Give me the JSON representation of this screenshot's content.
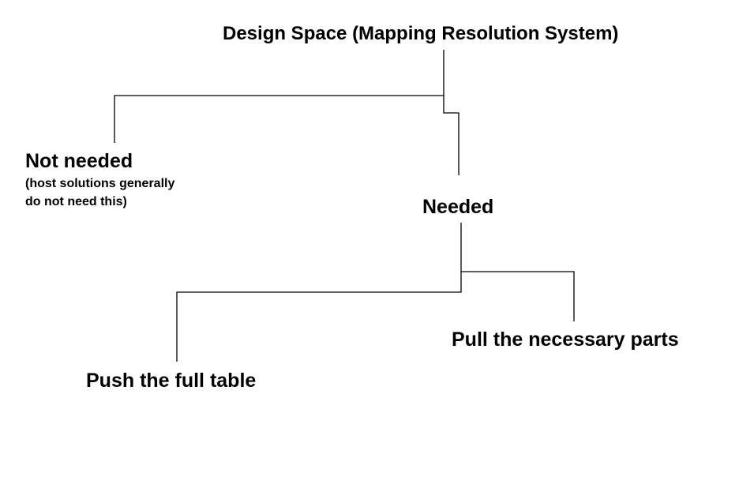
{
  "diagram": {
    "root": {
      "label": "Design Space (Mapping Resolution System)"
    },
    "branches": {
      "not_needed": {
        "label": "Not needed",
        "note_line_1": "(host solutions generally",
        "note_line_2": "do not need this)"
      },
      "needed": {
        "label": "Needed",
        "children": {
          "push": {
            "label": "Push the full table"
          },
          "pull": {
            "label": "Pull the necessary parts"
          }
        }
      }
    },
    "colors": {
      "line": "#000000",
      "text": "#000000",
      "background": "#ffffff"
    }
  }
}
